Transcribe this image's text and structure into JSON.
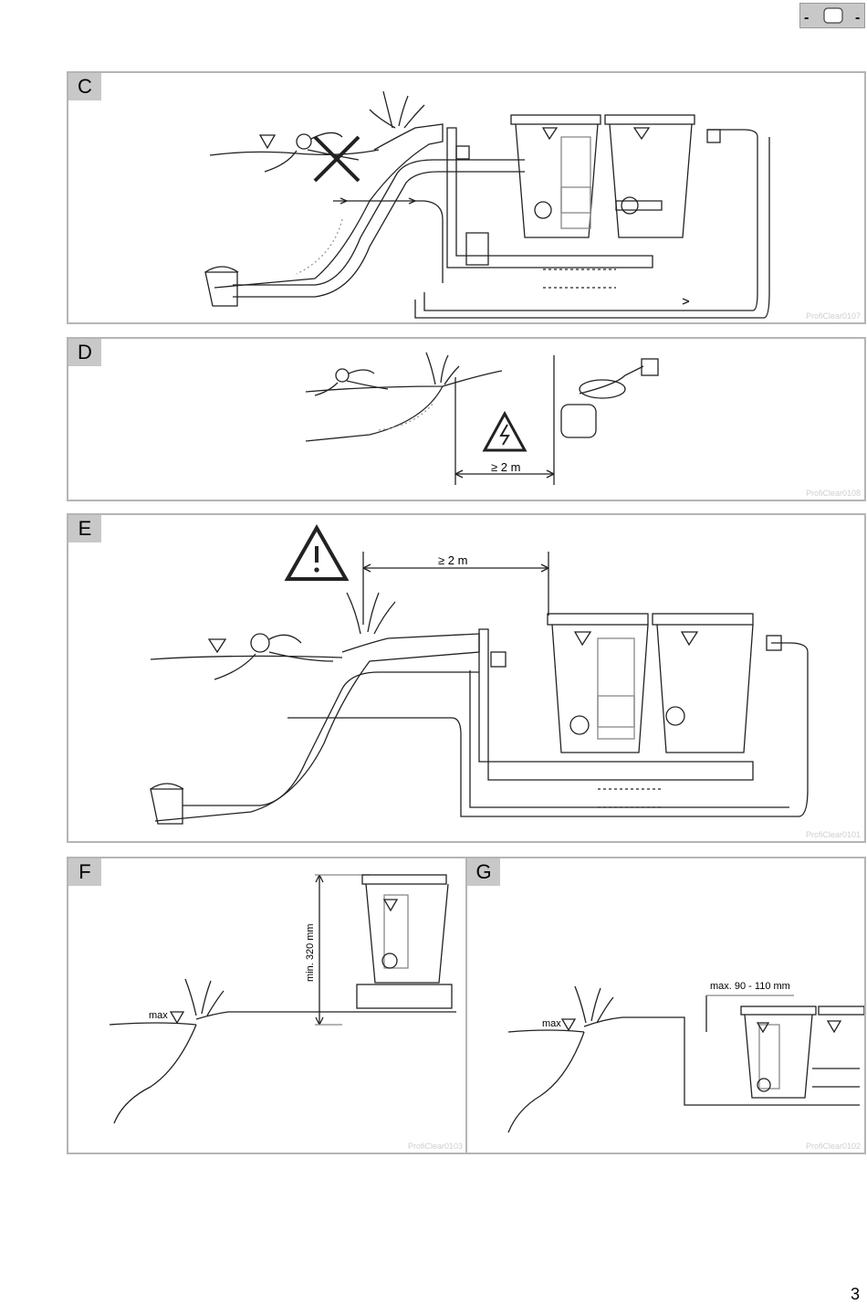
{
  "page": {
    "number": "3"
  },
  "language_tab": {
    "left": "-",
    "right": "-"
  },
  "panels": {
    "C": {
      "label": "C",
      "code": "ProfiClear0107"
    },
    "D": {
      "label": "D",
      "code": "ProfiClear0108",
      "distance": "≥ 2 m"
    },
    "E": {
      "label": "E",
      "code": "ProfiClear0101",
      "distance": "≥ 2 m"
    },
    "F": {
      "label": "F",
      "code": "ProfiClear0103",
      "max_label": "max",
      "dimension": "min. 320 mm"
    },
    "G": {
      "label": "G",
      "code": "ProfiClear0102",
      "max_label": "max",
      "dimension": "max. 90 - 110 mm"
    }
  }
}
